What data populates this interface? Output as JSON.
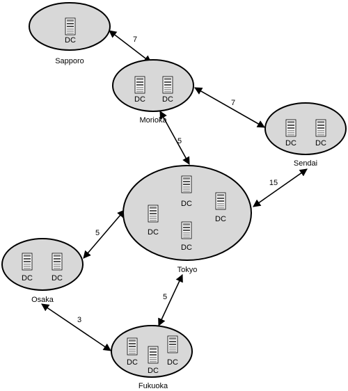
{
  "sites": [
    {
      "id": "sapporo",
      "name": "Sapporo",
      "dcs": [
        "DC"
      ]
    },
    {
      "id": "morioka",
      "name": "Morioka",
      "dcs": [
        "DC",
        "DC"
      ]
    },
    {
      "id": "sendai",
      "name": "Sendai",
      "dcs": [
        "DC",
        "DC"
      ]
    },
    {
      "id": "tokyo",
      "name": "Tokyo",
      "dcs": [
        "DC",
        "DC",
        "DC",
        "DC"
      ]
    },
    {
      "id": "osaka",
      "name": "Osaka",
      "dcs": [
        "DC",
        "DC"
      ]
    },
    {
      "id": "fukuoka",
      "name": "Fukuoka",
      "dcs": [
        "DC",
        "DC",
        "DC"
      ]
    }
  ],
  "links": [
    {
      "from": "sapporo",
      "to": "morioka",
      "cost": "7"
    },
    {
      "from": "morioka",
      "to": "sendai",
      "cost": "7"
    },
    {
      "from": "morioka",
      "to": "tokyo",
      "cost": "5"
    },
    {
      "from": "sendai",
      "to": "tokyo",
      "cost": "15"
    },
    {
      "from": "tokyo",
      "to": "osaka",
      "cost": "5"
    },
    {
      "from": "tokyo",
      "to": "fukuoka",
      "cost": "5"
    },
    {
      "from": "osaka",
      "to": "fukuoka",
      "cost": "3"
    }
  ]
}
